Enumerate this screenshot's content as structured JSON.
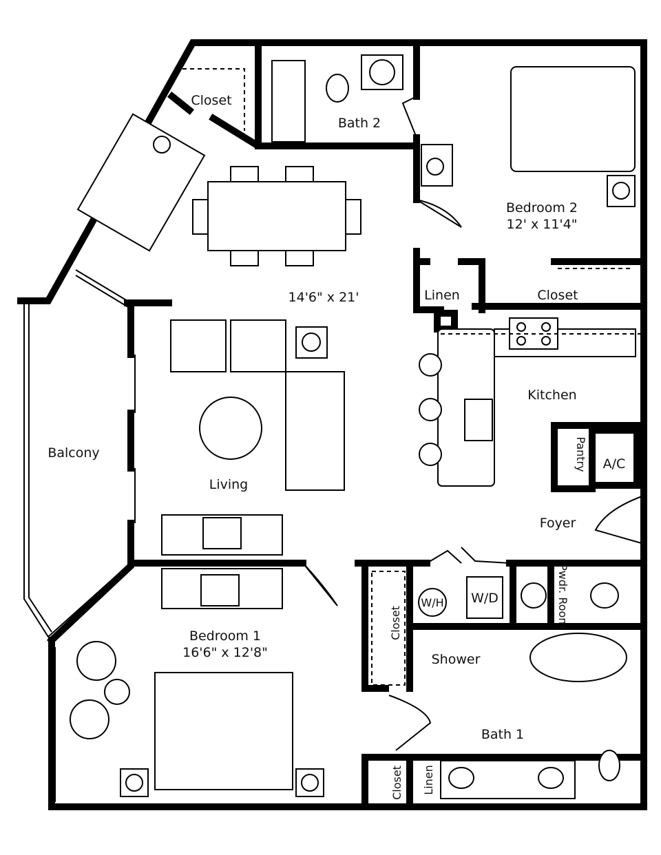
{
  "rooms": {
    "closet_top": "Closet",
    "bath2": "Bath 2",
    "bedroom2": "Bedroom 2",
    "bedroom2_size": "12' x 11'4\"",
    "main_size": "14'6\" x 21'",
    "linen_top": "Linen",
    "closet_bed2": "Closet",
    "kitchen": "Kitchen",
    "pantry": "Pantry",
    "ac": "A/C",
    "balcony": "Balcony",
    "living": "Living",
    "foyer": "Foyer",
    "wh": "W/H",
    "wd": "W/D",
    "pwdr_room": "Pwdr. Room",
    "closet_vertical": "Closet",
    "shower": "Shower",
    "bedroom1": "Bedroom 1",
    "bedroom1_size": "16'6\" x 12'8\"",
    "bath1": "Bath 1",
    "closet_bottom": "Closet",
    "linen_bottom": "Linen"
  }
}
